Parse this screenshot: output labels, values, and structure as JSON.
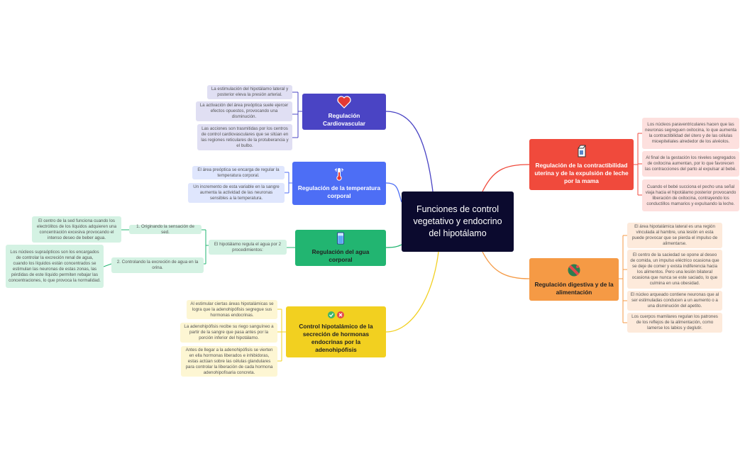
{
  "root": {
    "title": "Funciones de control vegetativo y endocrino del hipotálamo"
  },
  "colors": {
    "root": "#0b0a2e",
    "cardio": "#4a44c4",
    "temp": "#4d6ef5",
    "water": "#22b571",
    "endo": "#f2d020",
    "uterine": "#f04a3c",
    "food": "#f59a45"
  },
  "branches": {
    "cardio": {
      "label": "Regulación Cardiovascular",
      "icon": "heart-icon",
      "items": [
        "La estimulación del hipotálamo lateral y posterior eleva la presión arterial.",
        "La activación del área preóptica suele ejercer efectos opuestos, provocando una disminución.",
        "Las acciones son trasmitidas por los centros de control cardiovasculares que se sitúan en las regiones reticulares de la protuberancia y el bulbo."
      ]
    },
    "temp": {
      "label": "Regulación de la temperatura corporal",
      "icon": "thermometer-icon",
      "items": [
        "El área preóptica se encarga de regular la temperatura corporal.",
        "Un incremento de esta variable en la sangre aumenta la actividad de las neuronas sensibles a la temperatura."
      ]
    },
    "water": {
      "label": "Regulación del agua corporal",
      "icon": "water-glass-icon",
      "sub": {
        "label": "El hipotálamo regula el agua por 2 procedimientos:",
        "items": [
          {
            "label": "1. Originando la sensación de sed.",
            "detail": "El centro de la sed funciona cuando los electrólitos de los líquidos adquieren una concentración excesiva provocando el intenso deseo de beber agua."
          },
          {
            "label": "2. Controlando la excreción de agua en la orina.",
            "detail": "Los núcleos supraópticos son los encargados de controlar la excreción renal de agua, cuando los líquidos están concentrados se estimulan las neuronas de estas zonas, las pérdidas de este líquido permiten rebajar las concentraciones, lo que provoca la normalidad."
          }
        ]
      }
    },
    "endo": {
      "label": "Control hipotalámico de la secreción de hormonas endocrinas por la adenohipófisis",
      "icon": "check-cross-icon",
      "items": [
        "Al estimular ciertas áreas hipotalámicas se logra que la adenohipófisis segregue sus hormonas endocrinas.",
        "La adenohipófisis recibe su riego sanguíneo a partir de la sangre que pasa antes por la porción inferior del hipotálamo.",
        "Antes de llegar a la adenohipófisis se vierten en ella hormonas liberados e inhibidoras, estas actúan sobre las células glandulares para controlar la liberación de cada hormona adenohipofisaria concreta."
      ]
    },
    "uterine": {
      "label": "Regulación de la contractibilidad uterina y de la expulsión de leche por la mama",
      "icon": "milk-carton-icon",
      "items": [
        "Los núcleos paraventriculares hacen que las neuronas segreguen oxitocina, lo que aumenta la contractibilidad del útero y de las células mioepiteliales alrededor de los alvéolos.",
        "Al final de la gestación los niveles segregados de oxitocina aumentan, por lo que favorecen las contracciones del parto al expulsar al bebé.",
        "Cuando el bebé succiona el pecho una señal viaja hacia el hipotálamo posterior provocando liberación de oxitocina, contrayendo los conductillos mamarios y expulsando la leche."
      ]
    },
    "food": {
      "label": "Regulación digestiva y de la alimentación",
      "icon": "watermelon-icon",
      "items": [
        "El área hipotalámica lateral es una región vinculada al hambre, una lesión en esta puede provocar que se pierda el impulso de alimentarse.",
        "El centro de la saciedad se opone al deseo de comida, un impulso eléctrico ocasiona que se deje de comer y exista indiferencia hacia los alimentos. Pero una lesión bilateral ocasiona que nunca se este saciado, lo que culmina en una obesidad.",
        "El núcleo arqueado contiene neuronas que al ser estimuladas conducen a un aumento o a una disminución del apetito.",
        "Los cuerpos mamilares regulan los patrones de los reflejos de la alimentación, como lamerse los labios y deglutir."
      ]
    }
  }
}
